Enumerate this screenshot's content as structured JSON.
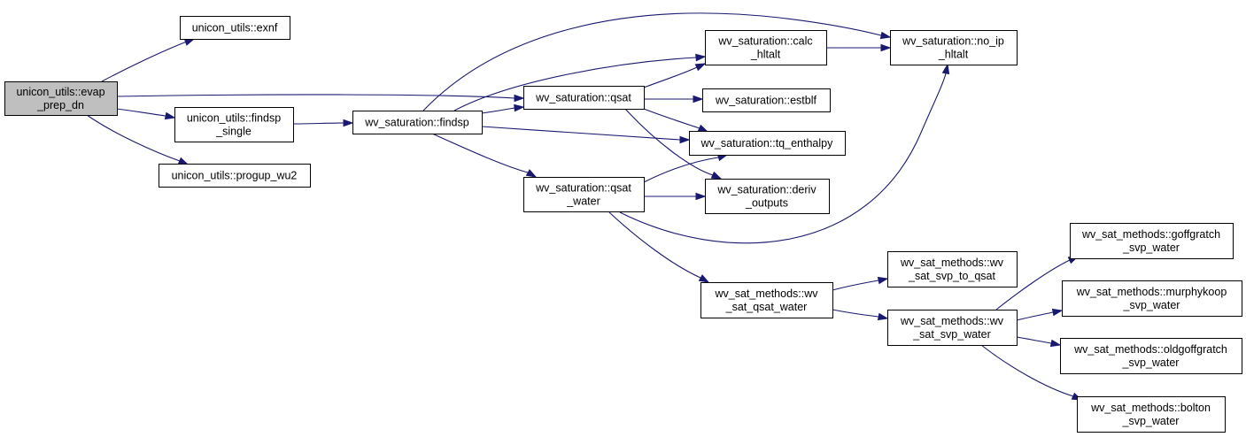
{
  "colors": {
    "edge": "#191970",
    "node_fill": "#ffffff",
    "root_fill": "#bfbfbf",
    "border": "#000000"
  },
  "nodes": [
    {
      "id": "evap_prep_dn",
      "lines": [
        "unicon_utils::evap",
        "_prep_dn"
      ],
      "root": true
    },
    {
      "id": "exnf",
      "lines": [
        "unicon_utils::exnf"
      ]
    },
    {
      "id": "findsp_single",
      "lines": [
        "unicon_utils::findsp",
        "_single"
      ]
    },
    {
      "id": "progup_wu2",
      "lines": [
        "unicon_utils::progup_wu2"
      ]
    },
    {
      "id": "findsp",
      "lines": [
        "wv_saturation::findsp"
      ]
    },
    {
      "id": "qsat",
      "lines": [
        "wv_saturation::qsat"
      ]
    },
    {
      "id": "qsat_water",
      "lines": [
        "wv_saturation::qsat",
        "_water"
      ]
    },
    {
      "id": "calc_hltalt",
      "lines": [
        "wv_saturation::calc",
        "_hltalt"
      ]
    },
    {
      "id": "estblf",
      "lines": [
        "wv_saturation::estblf"
      ]
    },
    {
      "id": "tq_enthalpy",
      "lines": [
        "wv_saturation::tq_enthalpy"
      ]
    },
    {
      "id": "deriv_outputs",
      "lines": [
        "wv_saturation::deriv",
        "_outputs"
      ]
    },
    {
      "id": "no_ip_hltalt",
      "lines": [
        "wv_saturation::no_ip",
        "_hltalt"
      ]
    },
    {
      "id": "wv_sat_qsat_water",
      "lines": [
        "wv_sat_methods::wv",
        "_sat_qsat_water"
      ]
    },
    {
      "id": "wv_sat_svp_to_qsat",
      "lines": [
        "wv_sat_methods::wv",
        "_sat_svp_to_qsat"
      ]
    },
    {
      "id": "wv_sat_svp_water",
      "lines": [
        "wv_sat_methods::wv",
        "_sat_svp_water"
      ]
    },
    {
      "id": "goffgratch",
      "lines": [
        "wv_sat_methods::goffgratch",
        "_svp_water"
      ]
    },
    {
      "id": "murphykoop",
      "lines": [
        "wv_sat_methods::murphykoop",
        "_svp_water"
      ]
    },
    {
      "id": "oldgoffgratch",
      "lines": [
        "wv_sat_methods::oldgoffgratch",
        "_svp_water"
      ]
    },
    {
      "id": "bolton",
      "lines": [
        "wv_sat_methods::bolton",
        "_svp_water"
      ]
    }
  ],
  "edges": [
    {
      "from": "evap_prep_dn",
      "to": "exnf"
    },
    {
      "from": "evap_prep_dn",
      "to": "qsat"
    },
    {
      "from": "evap_prep_dn",
      "to": "findsp_single"
    },
    {
      "from": "evap_prep_dn",
      "to": "progup_wu2"
    },
    {
      "from": "findsp_single",
      "to": "findsp"
    },
    {
      "from": "findsp",
      "to": "no_ip_hltalt"
    },
    {
      "from": "findsp",
      "to": "calc_hltalt"
    },
    {
      "from": "findsp",
      "to": "qsat"
    },
    {
      "from": "findsp",
      "to": "tq_enthalpy"
    },
    {
      "from": "findsp",
      "to": "qsat_water"
    },
    {
      "from": "qsat",
      "to": "calc_hltalt"
    },
    {
      "from": "qsat",
      "to": "estblf"
    },
    {
      "from": "qsat",
      "to": "tq_enthalpy"
    },
    {
      "from": "qsat",
      "to": "deriv_outputs"
    },
    {
      "from": "calc_hltalt",
      "to": "no_ip_hltalt"
    },
    {
      "from": "qsat_water",
      "to": "tq_enthalpy"
    },
    {
      "from": "qsat_water",
      "to": "deriv_outputs"
    },
    {
      "from": "qsat_water",
      "to": "no_ip_hltalt"
    },
    {
      "from": "qsat_water",
      "to": "wv_sat_qsat_water"
    },
    {
      "from": "wv_sat_qsat_water",
      "to": "wv_sat_svp_to_qsat"
    },
    {
      "from": "wv_sat_qsat_water",
      "to": "wv_sat_svp_water"
    },
    {
      "from": "wv_sat_svp_water",
      "to": "goffgratch"
    },
    {
      "from": "wv_sat_svp_water",
      "to": "murphykoop"
    },
    {
      "from": "wv_sat_svp_water",
      "to": "oldgoffgratch"
    },
    {
      "from": "wv_sat_svp_water",
      "to": "bolton"
    }
  ]
}
